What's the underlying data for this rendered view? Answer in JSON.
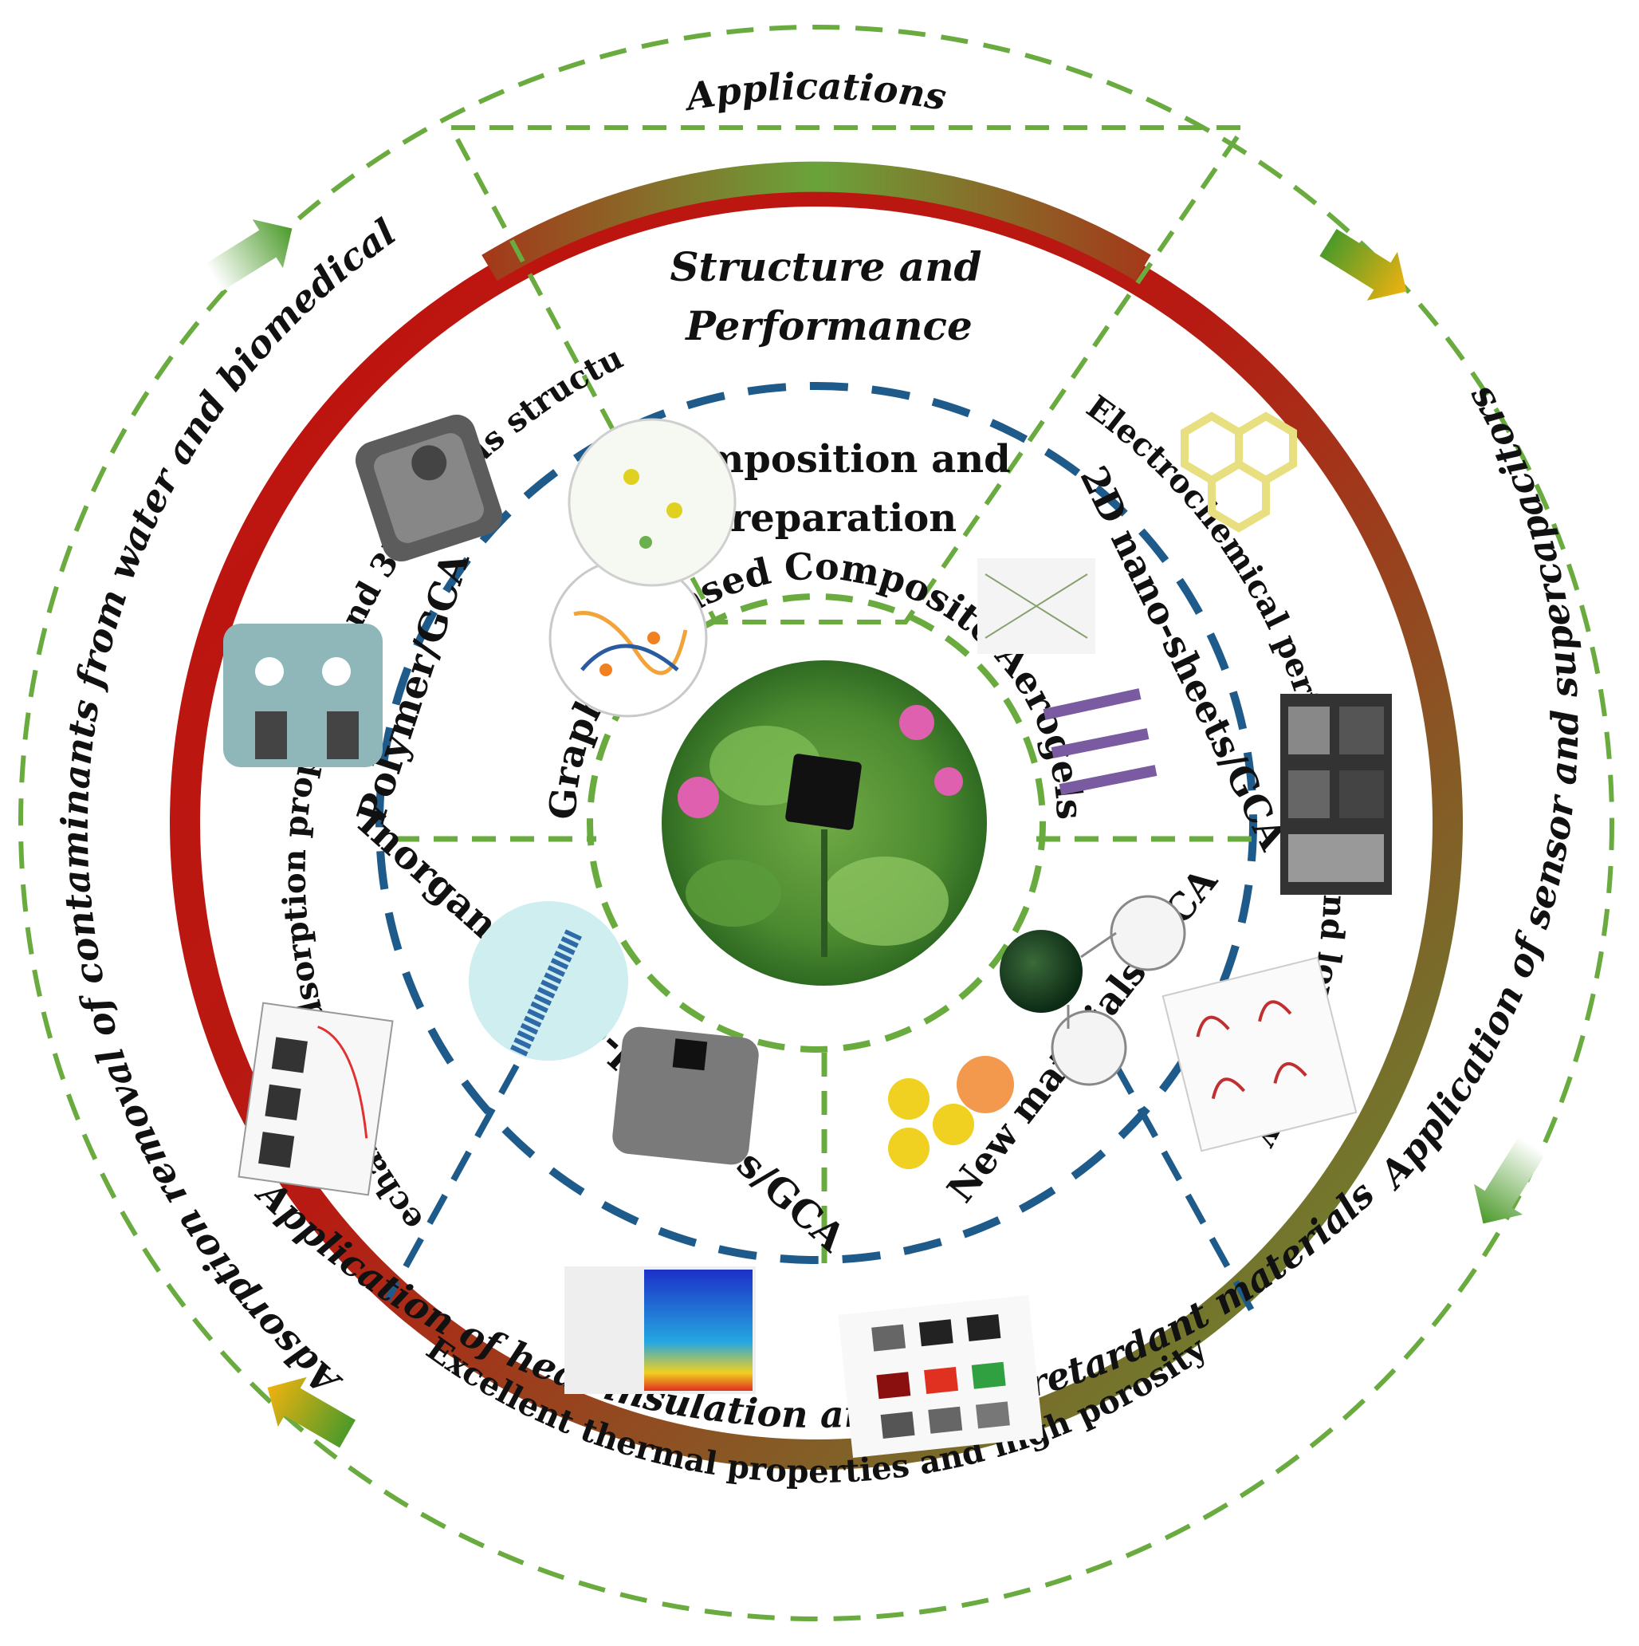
{
  "center_title": "Graphene-based Composite Aerogels",
  "labels": {
    "applications": "Applications",
    "structure_line1": "Structure and",
    "structure_line2": "Performance",
    "composition_line1": "Composition and",
    "composition_line2": "Preparation"
  },
  "composition_sectors": {
    "polymer": "Polymer/GCA",
    "nanosheets": "2D nano-sheets/GCA",
    "inorganic": "Inorganic nano-particles/GCA",
    "new_materials": "New materials /GCA"
  },
  "performance_sectors": {
    "mechanical": "Mechanical , adsorption properties and 3D porous structure",
    "electrochemical": "Electrochemical performance and low density",
    "thermal": "Excellent thermal properties and high porosity"
  },
  "application_sectors": {
    "adsorption": "Adsorption removal of contaminants from water and biomedical",
    "sensor": "Application of sensor and supercapacitors",
    "heat": "Application of heat insulation and flame retardant materials"
  },
  "colors": {
    "green_dash": "#6aab3f",
    "blue_dash": "#1f5b8a",
    "ring_red": "#c0120f",
    "ring_green": "#5f9a33",
    "text": "#111111"
  }
}
